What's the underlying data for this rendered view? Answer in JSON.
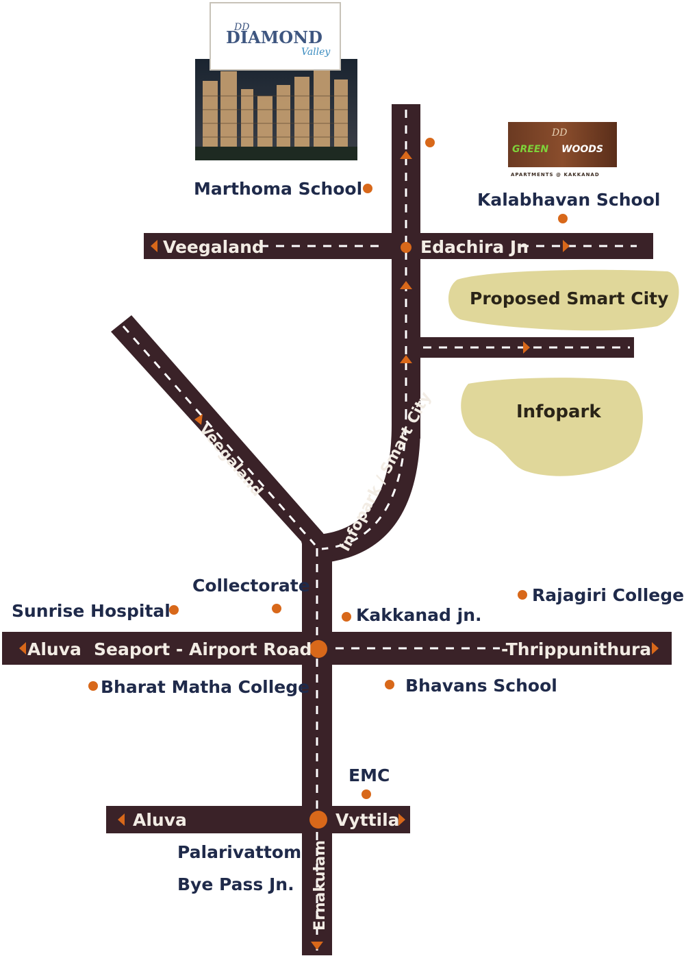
{
  "logos": {
    "diamond_prefix": "DD",
    "diamond_main": "DIAMOND",
    "diamond_sub": "Valley",
    "greenwoods_prefix": "DD",
    "greenwoods_main_1": "GREEN",
    "greenwoods_main_2": "WOODS",
    "greenwoods_sub": "APARTMENTS @ KAKKANAD"
  },
  "roads": {
    "veegaland_top": "Veegaland",
    "edachira": "Edachira Jn",
    "veegaland_diag": "Veegaland",
    "infopark_smartcity": "Infopark / Smart City",
    "aluva_east": "Aluva",
    "seaport_airport": "Seaport - Airport Road",
    "thrippunithura": "-Thrippunithura",
    "aluva_lower": "Aluva",
    "vyttila": "Vyttila",
    "ernakulam": "Ernakulam"
  },
  "areas": {
    "smart_city": "Proposed Smart City",
    "infopark": "Infopark"
  },
  "places": {
    "marthoma": "Marthoma School",
    "kalabhavan": "Kalabhavan School",
    "collectorate": "Collectorate",
    "sunrise": "Sunrise Hospital",
    "kakkanad": "Kakkanad jn.",
    "rajagiri": "Rajagiri College",
    "bharat_matha": "Bharat Matha College",
    "bhavans": "Bhavans School",
    "emc": "EMC",
    "palarivattom_1": "Palarivattom",
    "palarivattom_2": "Bye Pass Jn."
  },
  "colors": {
    "road": "#3a2228",
    "marker": "#d8681a",
    "area_fill": "#e0d79a",
    "label": "#1f2a4a"
  }
}
